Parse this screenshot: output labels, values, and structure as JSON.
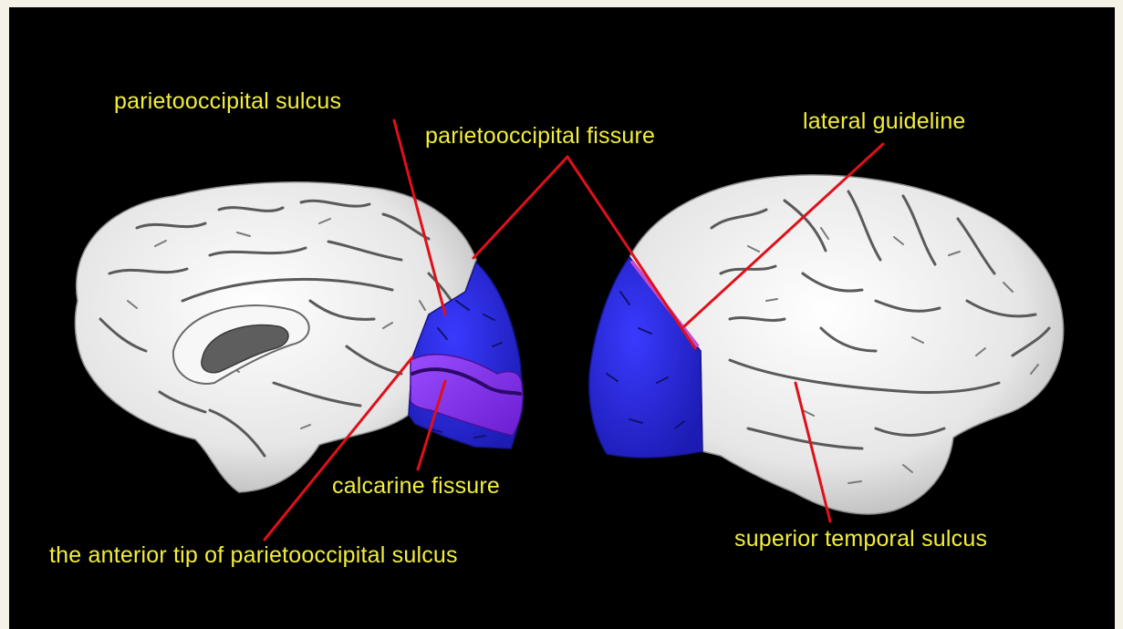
{
  "colors": {
    "background": "#000000",
    "label_text": "#f2ee3c",
    "leader_line": "#e0101a",
    "brain_surface": "#ececec",
    "occipital_blue": "#2626d8",
    "calcarine_purple": "#7a2ee0"
  },
  "labels": {
    "parietooccipital_sulcus": "parietooccipital sulcus",
    "parietooccipital_fissure": "parietooccipital fissure",
    "lateral_guideline": "lateral guideline",
    "calcarine_fissure": "calcarine fissure",
    "anterior_tip": "the anterior tip of parietooccipital sulcus",
    "superior_temporal_sulcus": "superior temporal sulcus"
  }
}
